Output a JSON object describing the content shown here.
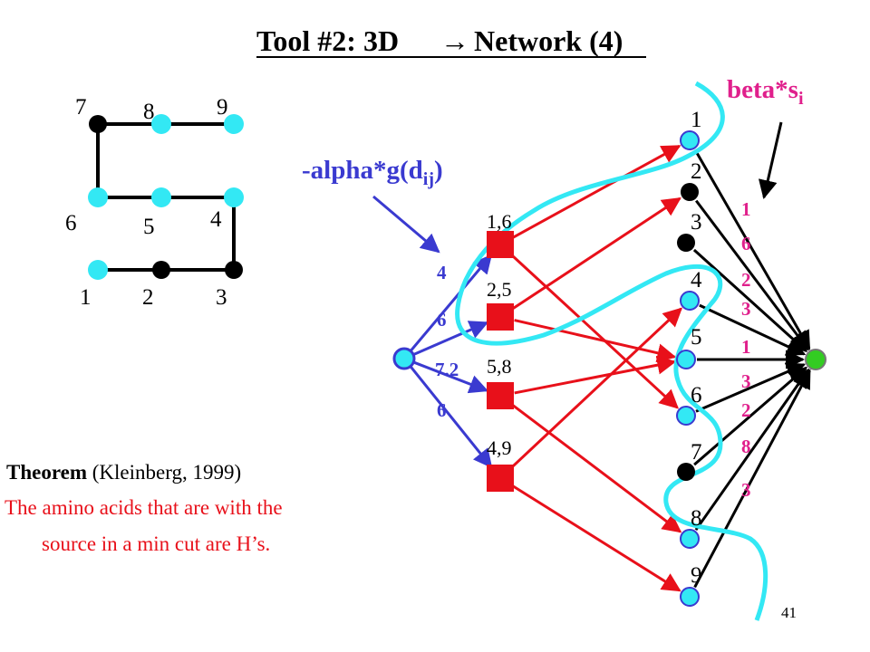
{
  "slide": {
    "title_pre": "Tool #2: 3D",
    "title_arrow": "→",
    "title_post": "Network (4)",
    "page_number": "41"
  },
  "lattice": {
    "labels": [
      "7",
      "8",
      "9",
      "6",
      "5",
      "4",
      "1",
      "2",
      "3"
    ]
  },
  "annotations": {
    "alpha_main": "-alpha*g(d",
    "alpha_sub": "ij",
    "alpha_close": ")",
    "beta_main": "beta*s",
    "beta_sub": "i"
  },
  "pairs": {
    "labels": [
      "1,6",
      "2,5",
      "5,8",
      "4,9"
    ]
  },
  "source_edge_weights": [
    "4",
    "6",
    "7.2",
    "6"
  ],
  "residues": {
    "labels": [
      "1",
      "2",
      "3",
      "4",
      "5",
      "6",
      "7",
      "8",
      "9"
    ]
  },
  "sink_weights": [
    "1",
    "6",
    "2",
    "3",
    "1",
    "3",
    "2",
    "8",
    "3"
  ],
  "theorem": {
    "heading": "Theorem",
    "citation": " (Kleinberg, 1999)",
    "line1": "The amino acids that are with the",
    "line2": "source in a min cut are H’s."
  },
  "colors": {
    "cyan": "#33e8f4",
    "black": "#000000",
    "red": "#e8101a",
    "blue": "#3a3ad0",
    "magenta": "#e0208c",
    "sink_green": "#33cc22"
  }
}
